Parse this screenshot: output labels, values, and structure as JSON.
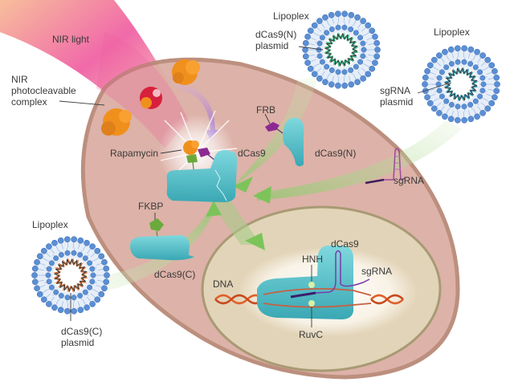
{
  "labels": {
    "nir_light": "NIR light",
    "nir_complex": [
      "NIR",
      "photocleavable",
      "complex"
    ],
    "rapamycin": "Rapamycin",
    "dcas9_assembled": "dCas9",
    "frb": "FRB",
    "dcas9_n": "dCas9(N)",
    "fkbp": "FKBP",
    "dcas9_c": "dCas9(C)",
    "sgrna_cyto": "sgRNA",
    "lipoplex_n": "Lipoplex",
    "dcas9_n_plasmid": [
      "dCas9(N)",
      "plasmid"
    ],
    "lipoplex_sg": "Lipoplex",
    "sgrna_plasmid": [
      "sgRNA",
      "plasmid"
    ],
    "lipoplex_c": "Lipoplex",
    "dcas9_c_plasmid": [
      "dCas9(C)",
      "plasmid"
    ],
    "dna": "DNA",
    "dcas9_nucleus": "dCas9",
    "hnh": "HNH",
    "sgrna_nucleus": "sgRNA",
    "ruvc": "RuvC"
  },
  "colors": {
    "cell": "#dcaea4",
    "cell_border": "#b98a78",
    "nucleus": "#e2d4b8",
    "nucleus_border": "#a89a74",
    "cas9": "#5cc4cc",
    "arrow": "#7cc45a",
    "lipid": "#5b8fd4",
    "orange_protein": "#f0901c",
    "magenta": "#8c2a94",
    "fkbp_green": "#6aaa3c",
    "dna": "#e0602a"
  }
}
